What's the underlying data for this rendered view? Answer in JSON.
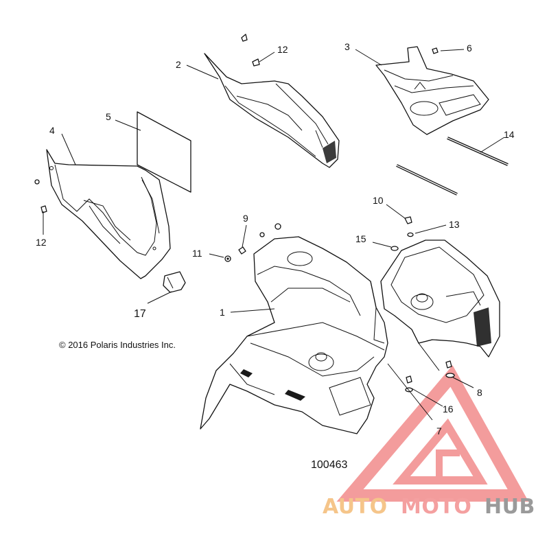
{
  "diagram": {
    "copyright": "© 2016 Polaris Industries Inc.",
    "figure_number": "100463",
    "callouts": {
      "c1": "1",
      "c2": "2",
      "c3": "3",
      "c4": "4",
      "c5": "5",
      "c6": "6",
      "c7": "7",
      "c8": "8",
      "c9": "9",
      "c10": "10",
      "c11": "11",
      "c12a": "12",
      "c12b": "12",
      "c13": "13",
      "c14": "14",
      "c15": "15",
      "c16": "16",
      "c17": "17"
    }
  },
  "watermark": {
    "part1": "AUTO",
    "part2": "MOTO",
    "part3": "HUB",
    "colors": {
      "auto": "#f5c58a",
      "moto": "#f4a0a0",
      "hub": "#9a9a9a",
      "triangle": "#f28b8b"
    }
  }
}
